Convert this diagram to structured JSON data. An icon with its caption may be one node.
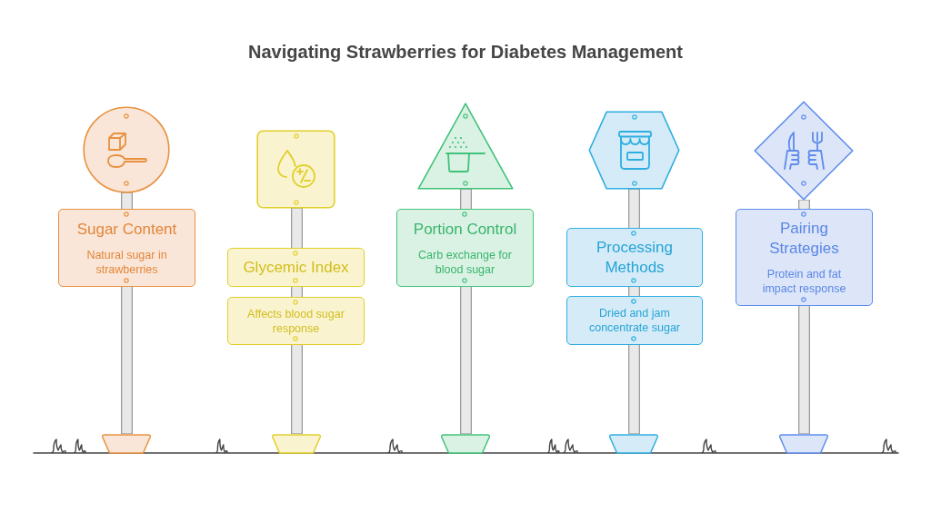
{
  "diagram": {
    "title": "Navigating Strawberries for Diabetes Management",
    "nodes": [
      {
        "text": [],
        "shape": "circle"
      },
      {
        "text": [
          "Sugar Content",
          "Natural sugar in strawberries"
        ]
      },
      {
        "text": [],
        "shape": "box"
      },
      {
        "text": [
          "Glycemic Index"
        ]
      },
      {
        "text": [
          "Affects blood sugar response"
        ]
      },
      {
        "text": [],
        "shape": "triangle"
      },
      {
        "text": [
          "Portion Control",
          "Carb exchange for blood sugar"
        ]
      },
      {
        "text": [],
        "shape": "hexagon"
      },
      {
        "text": [
          "Processing Methods"
        ]
      },
      {
        "text": [
          "Dried and jam concentrate sugar"
        ]
      },
      {
        "text": [],
        "shape": "diamond"
      },
      {
        "text": [
          "Pairing Strategies",
          "Protein and fat impact response"
        ]
      }
    ]
  }
}
